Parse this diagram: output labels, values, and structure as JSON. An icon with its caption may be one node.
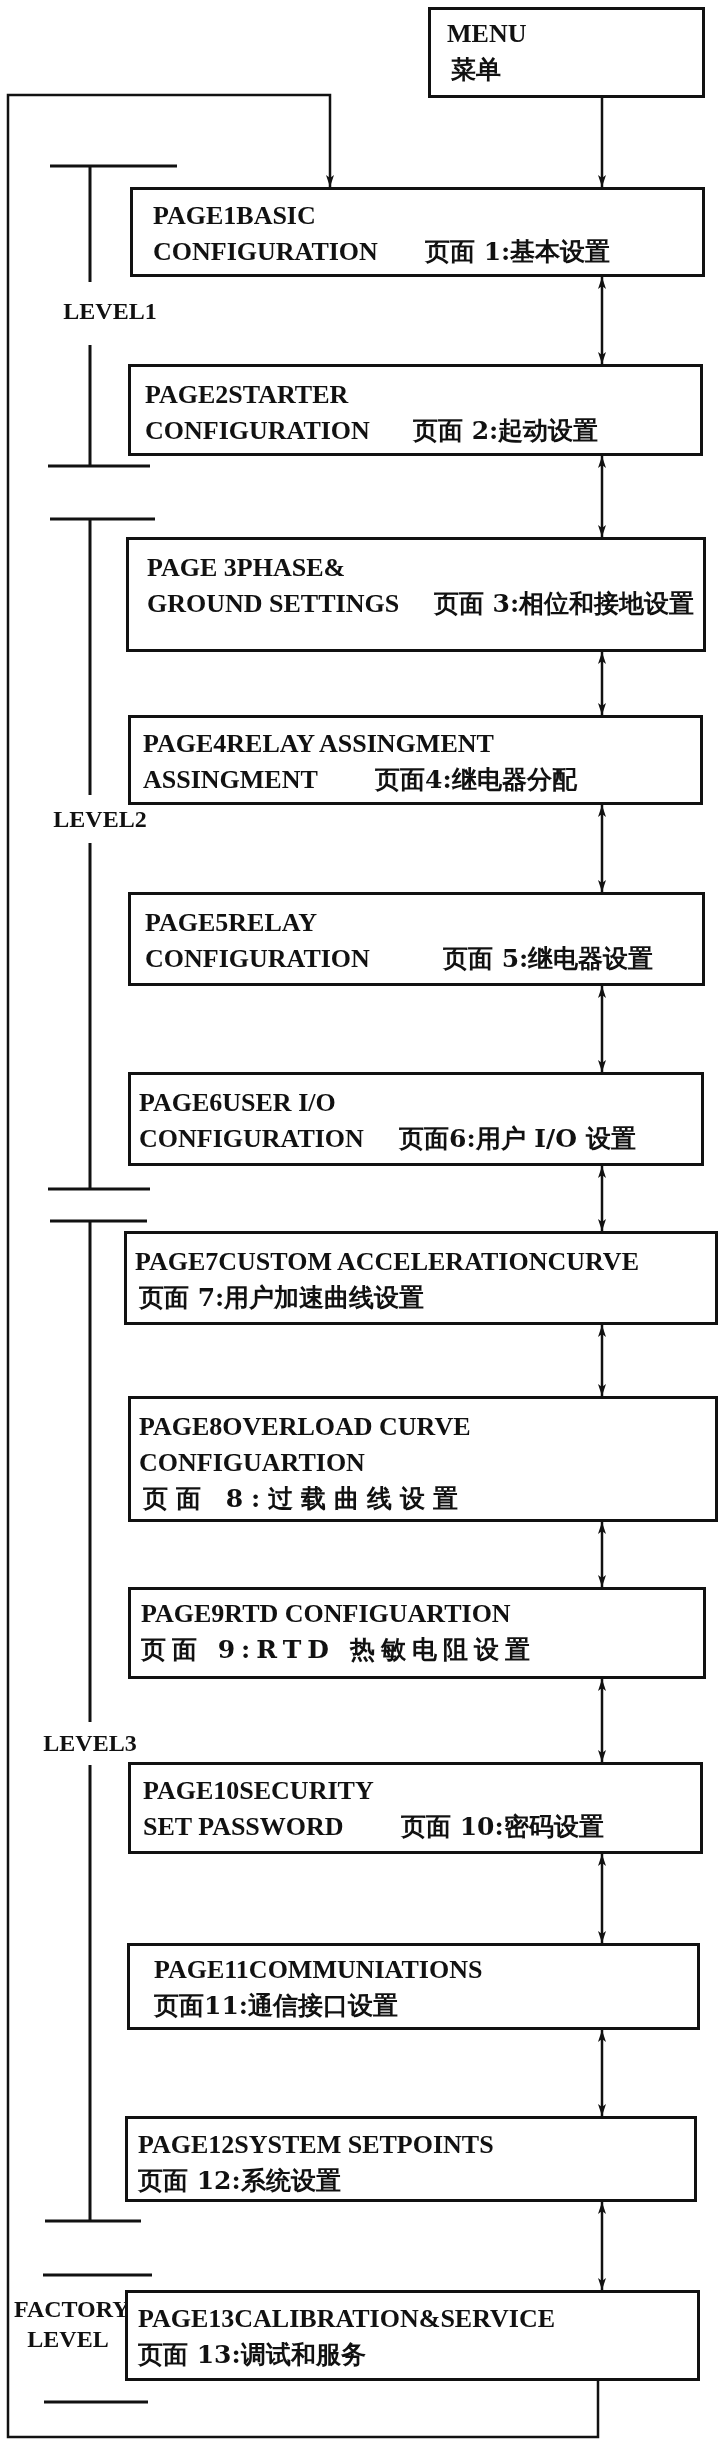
{
  "diagram": {
    "nodes": [
      {
        "text": [
          "MENU",
          "菜单"
        ]
      },
      {
        "text": [
          "PAGE1BASIC CONFIGURATION",
          "页面 1:基本设置"
        ]
      },
      {
        "text": [
          "PAGE2STARTER CONFIGURATION",
          "页面 2:起动设置"
        ]
      },
      {
        "text": [
          "PAGE 3PHASE& GROUND SETTINGS",
          "页面 3:相位和接地设置"
        ]
      },
      {
        "text": [
          "PAGE4RELAY ASSINGMENT ASSINGMENT",
          "页面4:继电器分配"
        ]
      },
      {
        "text": [
          "PAGE5RELAY CONFIGURATION",
          "页面 5:继电器设置"
        ]
      },
      {
        "text": [
          "PAGE6USER I/O CONFIGURATION",
          "页面6:用户 I/O 设置"
        ]
      },
      {
        "text": [
          "PAGE7CUSTOM ACCELERATIONCURVE",
          "页面 7:用户加速曲线设置"
        ]
      },
      {
        "text": [
          "PAGE8OVERLOAD CURVE CONFIGUARTION",
          "页面 8:过载曲线设置"
        ]
      },
      {
        "text": [
          "PAGE9RTD CONFIGUARTION",
          "页面 9:RTD 热敏电阻设置"
        ]
      },
      {
        "text": [
          "PAGE10SECURITY SET PASSWORD",
          "页面 10:密码设置"
        ]
      },
      {
        "text": [
          "PAGE11COMMUNIATIONS",
          "页面11:通信接口设置"
        ]
      },
      {
        "text": [
          "PAGE12SYSTEM SETPOINTS",
          "页面 12:系统设置"
        ]
      },
      {
        "text": [
          "PAGE13CALIBRATION&SERVICE",
          "页面 13:调试和服务"
        ]
      }
    ],
    "edges": [
      {
        "from": 0,
        "to": 1,
        "arrow": "to"
      },
      {
        "from": 1,
        "to": 2,
        "arrow": "both"
      },
      {
        "from": 2,
        "to": 3,
        "arrow": "both"
      },
      {
        "from": 3,
        "to": 4,
        "arrow": "both"
      },
      {
        "from": 4,
        "to": 5,
        "arrow": "both"
      },
      {
        "from": 5,
        "to": 6,
        "arrow": "both"
      },
      {
        "from": 6,
        "to": 7,
        "arrow": "both"
      },
      {
        "from": 7,
        "to": 8,
        "arrow": "both"
      },
      {
        "from": 8,
        "to": 9,
        "arrow": "both"
      },
      {
        "from": 9,
        "to": 10,
        "arrow": "both"
      },
      {
        "from": 10,
        "to": 11,
        "arrow": "both"
      },
      {
        "from": 11,
        "to": 12,
        "arrow": "both"
      },
      {
        "from": 12,
        "to": 13,
        "arrow": "both"
      },
      {
        "from": 13,
        "to": 1,
        "arrow": "to"
      }
    ],
    "labels": [
      "LEVEL1",
      "LEVEL2",
      "LEVEL3",
      "FACTORY LEVEL"
    ]
  }
}
